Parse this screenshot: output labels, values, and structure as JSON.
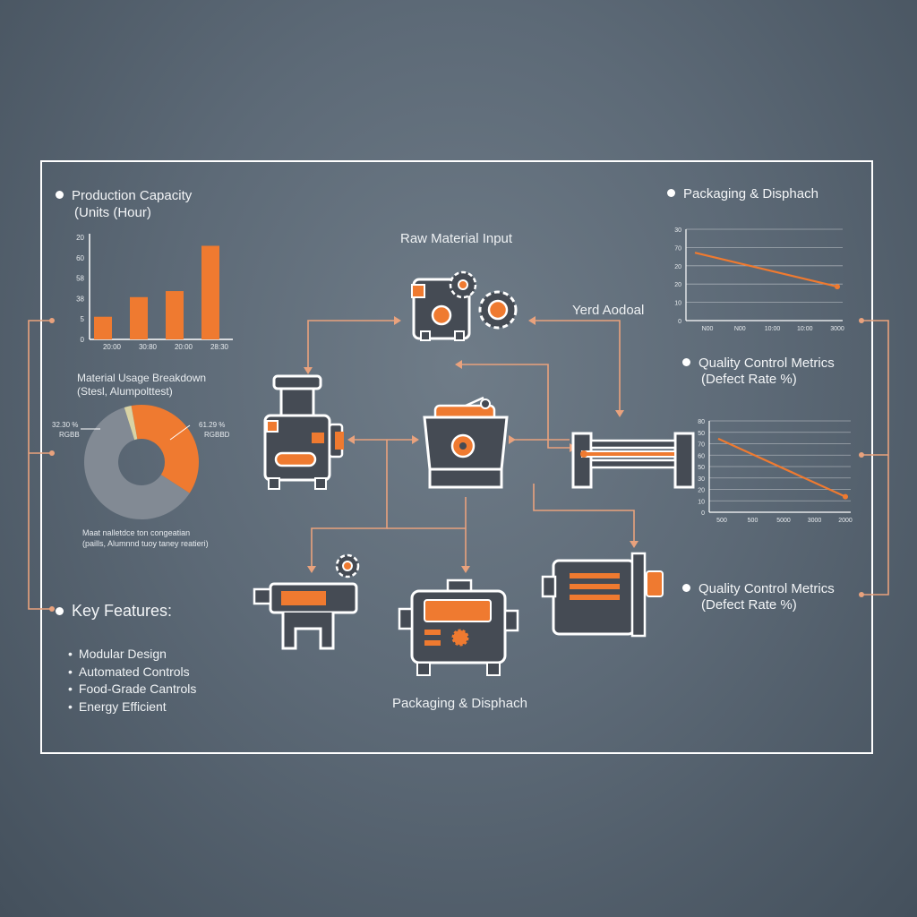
{
  "headings": {
    "production_capacity": "Production Capacity",
    "production_capacity_unit": "(Units (Hour)",
    "packaging_top": "Packaging & Disphach",
    "quality_1_title": "Quality Control Metrics",
    "quality_1_unit": "(Defect Rate %)",
    "quality_2_title": "Quality Control Metrics",
    "quality_2_unit": "(Defect Rate %)",
    "key_features": "Key Features:"
  },
  "diagram": {
    "raw_material_input": "Raw Material Input",
    "yerd_aodoal": "Yerd Aodoal",
    "packaging_bottom": "Packaging & Disphach"
  },
  "material_usage": {
    "title": "Material Usage Breakdown",
    "subtitle": "(Stesl, Alumpolttest)",
    "left_value": "32.30 %",
    "left_sub": "RGBB",
    "right_value": "61.29 %",
    "right_sub": "RGBBD",
    "caption_1": "Maat nalletdce ton congeatian",
    "caption_2": "(paills, Alumnnd tuoy taney reatieri)"
  },
  "features": [
    "Modular Design",
    "Automated Controls",
    "Food-Grade Cantrols",
    "Energy Efficient"
  ],
  "colors": {
    "accent": "#ef7a30",
    "dark": "#454b54",
    "line": "#e9a27d",
    "white": "#ffffff"
  },
  "chart_data": [
    {
      "type": "bar",
      "title": "Production Capacity",
      "subtitle": "(Units (Hour)",
      "categories": [
        "",
        "20:00",
        "",
        "30:80",
        "",
        "20:00",
        "",
        "28:30"
      ],
      "yticks": [
        "20",
        "60",
        "58",
        "38",
        "5",
        "0"
      ],
      "values": [
        15,
        0,
        28,
        0,
        32,
        0,
        62,
        0
      ],
      "ylim": [
        0,
        70
      ]
    },
    {
      "type": "pie",
      "title": "Material Usage Breakdown",
      "slices": [
        {
          "value": 37,
          "color": "#ef7a30"
        },
        {
          "value": 61,
          "color": "#828a94"
        },
        {
          "value": 2,
          "color": "#d9d3a4"
        }
      ]
    },
    {
      "type": "line",
      "title": "Packaging & Disphach",
      "yticks": [
        "30",
        "70",
        "20",
        "20",
        "10",
        "0"
      ],
      "xticks": [
        "N00",
        "N00",
        "10:00",
        "10:00",
        "3000"
      ],
      "x": [
        0,
        1
      ],
      "values": [
        26,
        13
      ],
      "ylim": [
        0,
        35
      ]
    },
    {
      "type": "line",
      "title": "Quality Control Metrics",
      "yticks": [
        "80",
        "50",
        "70",
        "60",
        "50",
        "30",
        "20",
        "10",
        "0"
      ],
      "xticks": [
        "500",
        "500",
        "5000",
        "3000",
        "2000"
      ],
      "x": [
        0,
        1
      ],
      "values": [
        66,
        14
      ],
      "ylim": [
        0,
        82
      ]
    }
  ]
}
